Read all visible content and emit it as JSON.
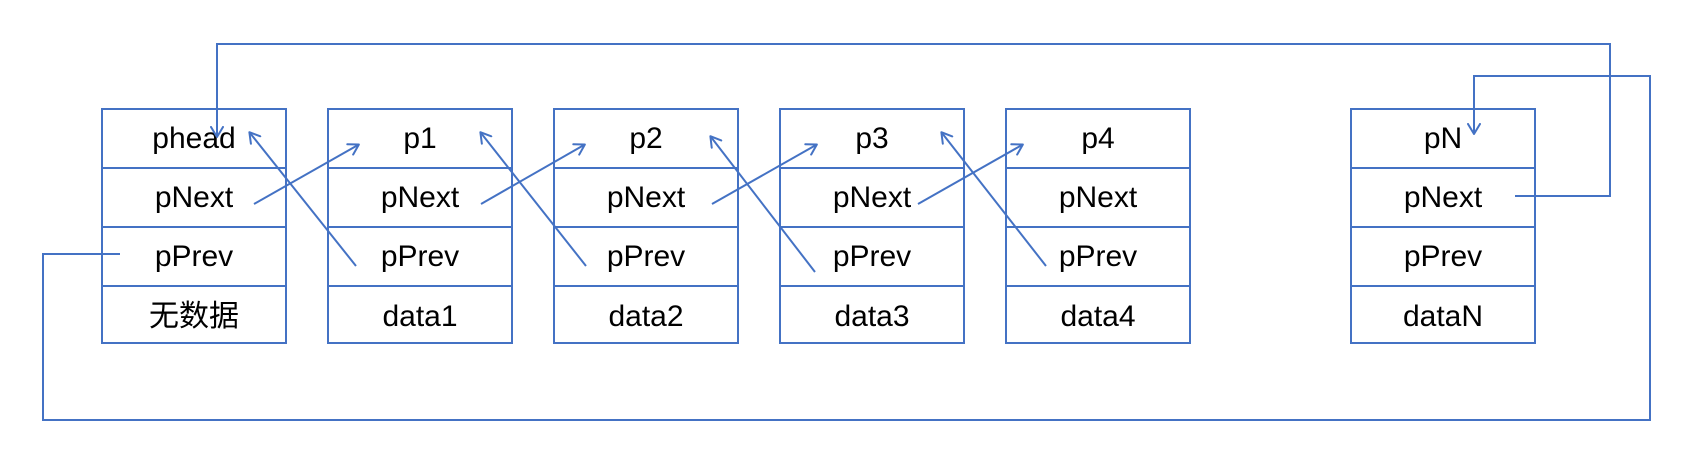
{
  "colors": {
    "line": "#4472c4",
    "text": "#000000",
    "background": "#ffffff"
  },
  "nodes": [
    {
      "id": "phead",
      "fields": [
        "phead",
        "pNext",
        "pPrev",
        "无数据"
      ]
    },
    {
      "id": "p1",
      "fields": [
        "p1",
        "pNext",
        "pPrev",
        "data1"
      ]
    },
    {
      "id": "p2",
      "fields": [
        "p2",
        "pNext",
        "pPrev",
        "data2"
      ]
    },
    {
      "id": "p3",
      "fields": [
        "p3",
        "pNext",
        "pPrev",
        "data3"
      ]
    },
    {
      "id": "p4",
      "fields": [
        "p4",
        "pNext",
        "pPrev",
        "data4"
      ]
    },
    {
      "id": "pN",
      "fields": [
        "pN",
        "pNext",
        "pPrev",
        "dataN"
      ]
    }
  ],
  "links": [
    {
      "kind": "next",
      "from": "phead",
      "to": "p1"
    },
    {
      "kind": "next",
      "from": "p1",
      "to": "p2"
    },
    {
      "kind": "next",
      "from": "p2",
      "to": "p3"
    },
    {
      "kind": "next",
      "from": "p3",
      "to": "p4"
    },
    {
      "kind": "prev",
      "from": "p1",
      "to": "phead"
    },
    {
      "kind": "prev",
      "from": "p2",
      "to": "p1"
    },
    {
      "kind": "prev",
      "from": "p3",
      "to": "p2"
    },
    {
      "kind": "prev",
      "from": "p4",
      "to": "p3"
    },
    {
      "kind": "next-wrap",
      "from": "pN",
      "to": "phead"
    },
    {
      "kind": "prev-wrap",
      "from": "phead",
      "to": "pN"
    }
  ]
}
